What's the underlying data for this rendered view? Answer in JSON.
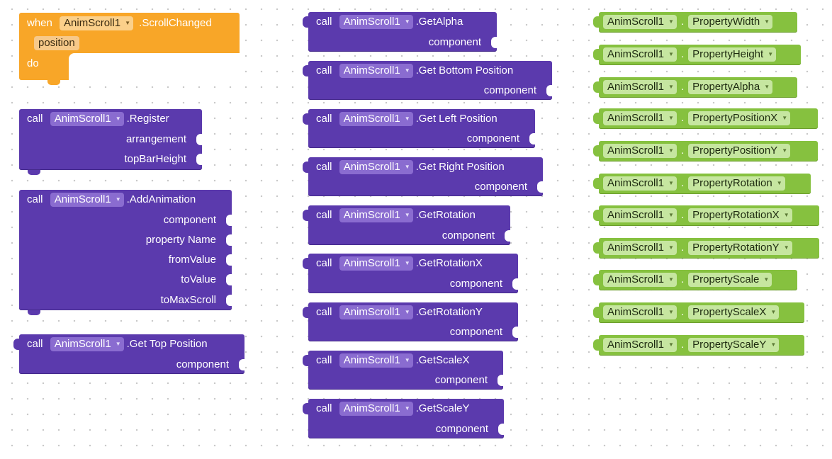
{
  "event_block": {
    "when": "when",
    "component": "AnimScroll1",
    "event": ".ScrollChanged",
    "param": "position",
    "do": "do"
  },
  "left_blocks": [
    {
      "call": "call",
      "component": "AnimScroll1",
      "method": ".Register",
      "params": [
        "arrangement",
        "topBarHeight"
      ]
    },
    {
      "call": "call",
      "component": "AnimScroll1",
      "method": ".AddAnimation",
      "params": [
        "component",
        "property Name",
        "fromValue",
        "toValue",
        "toMaxScroll"
      ]
    },
    {
      "call": "call",
      "component": "AnimScroll1",
      "method": ".Get Top Position",
      "params": [
        "component"
      ]
    }
  ],
  "middle_blocks": [
    {
      "call": "call",
      "component": "AnimScroll1",
      "method": ".GetAlpha",
      "param": "component"
    },
    {
      "call": "call",
      "component": "AnimScroll1",
      "method": ".Get Bottom Position",
      "param": "component"
    },
    {
      "call": "call",
      "component": "AnimScroll1",
      "method": ".Get Left Position",
      "param": "component"
    },
    {
      "call": "call",
      "component": "AnimScroll1",
      "method": ".Get Right Position",
      "param": "component"
    },
    {
      "call": "call",
      "component": "AnimScroll1",
      "method": ".GetRotation",
      "param": "component"
    },
    {
      "call": "call",
      "component": "AnimScroll1",
      "method": ".GetRotationX",
      "param": "component"
    },
    {
      "call": "call",
      "component": "AnimScroll1",
      "method": ".GetRotationY",
      "param": "component"
    },
    {
      "call": "call",
      "component": "AnimScroll1",
      "method": ".GetScaleX",
      "param": "component"
    },
    {
      "call": "call",
      "component": "AnimScroll1",
      "method": ".GetScaleY",
      "param": "component"
    }
  ],
  "property_blocks": [
    {
      "component": "AnimScroll1",
      "dot": ".",
      "property": "PropertyWidth"
    },
    {
      "component": "AnimScroll1",
      "dot": ".",
      "property": "PropertyHeight"
    },
    {
      "component": "AnimScroll1",
      "dot": ".",
      "property": "PropertyAlpha"
    },
    {
      "component": "AnimScroll1",
      "dot": ".",
      "property": "PropertyPositionX"
    },
    {
      "component": "AnimScroll1",
      "dot": ".",
      "property": "PropertyPositionY"
    },
    {
      "component": "AnimScroll1",
      "dot": ".",
      "property": "PropertyRotation"
    },
    {
      "component": "AnimScroll1",
      "dot": ".",
      "property": "PropertyRotationX"
    },
    {
      "component": "AnimScroll1",
      "dot": ".",
      "property": "PropertyRotationY"
    },
    {
      "component": "AnimScroll1",
      "dot": ".",
      "property": "PropertyScale"
    },
    {
      "component": "AnimScroll1",
      "dot": ".",
      "property": "PropertyScaleX"
    },
    {
      "component": "AnimScroll1",
      "dot": ".",
      "property": "PropertyScaleY"
    }
  ],
  "colors": {
    "procedure_block": "#5b3aad",
    "event_block": "#f8a628",
    "property_block": "#86c13f",
    "workspace": "#ffffff"
  },
  "icons": {
    "dropdown": "triangle-down-icon"
  }
}
